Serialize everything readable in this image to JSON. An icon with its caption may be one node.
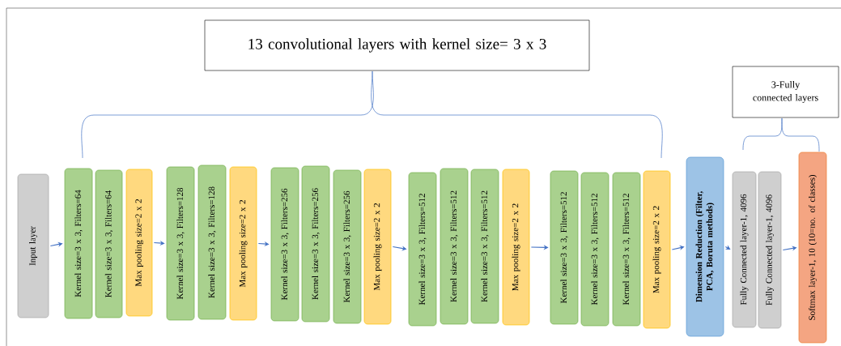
{
  "diagram": {
    "nodes": [
      {
        "text": [
          "13 convolutional layers with kernel size= 3 x 3"
        ]
      },
      {
        "text": [
          "3-Fully connected layers"
        ]
      },
      {
        "text": [
          "Input layer"
        ]
      },
      {
        "text": [
          "Kernel size=3 x 3, Filters=64"
        ]
      },
      {
        "text": [
          "Kernel size=3 x 3, Filters=64"
        ]
      },
      {
        "text": [
          "Max pooling size=2 x 2"
        ]
      },
      {
        "text": [
          "Kernel size=3 x 3, Filters=128"
        ]
      },
      {
        "text": [
          "Kernel size=3 x 3, Filters=128"
        ]
      },
      {
        "text": [
          "Max pooling size=2 x 2"
        ]
      },
      {
        "text": [
          "Kernel size=3 x 3, Filters=256"
        ]
      },
      {
        "text": [
          "Kernel size=3 x 3, Filters=256"
        ]
      },
      {
        "text": [
          "Kernel size=3 x 3, Filters=256"
        ]
      },
      {
        "text": [
          "Max pooling size=2 x 2"
        ]
      },
      {
        "text": [
          "Kernel size=3 x 3, Filters=512"
        ]
      },
      {
        "text": [
          "Kernel size=3 x 3, Filters=512"
        ]
      },
      {
        "text": [
          "Kernel size=3 x 3, Filters=512"
        ]
      },
      {
        "text": [
          "Max pooling size=2 x 2"
        ]
      },
      {
        "text": [
          "Kernel size=3 x 3, Filters=512"
        ]
      },
      {
        "text": [
          "Kernel size=3 x 3, Filters=512"
        ]
      },
      {
        "text": [
          "Kernel size=3 x 3, Filters=512"
        ]
      },
      {
        "text": [
          "Max pooling size=2 x 2"
        ]
      },
      {
        "text": [
          "Dimension Reduction (Filter, PCA, Boruta methods)"
        ]
      },
      {
        "text": [
          "Fully Connected layer-1, 4096"
        ]
      },
      {
        "text": [
          "Fully Connected layer-1, 4096"
        ]
      },
      {
        "text": [
          "Softmax layer-1, 10 (10=no. of classes)"
        ]
      }
    ],
    "edges": [
      {
        "from": 2,
        "to": 3,
        "arrow": "to"
      },
      {
        "from": 5,
        "to": 6,
        "arrow": "to"
      },
      {
        "from": 8,
        "to": 9,
        "arrow": "to"
      },
      {
        "from": 12,
        "to": 13,
        "arrow": "to"
      },
      {
        "from": 16,
        "to": 17,
        "arrow": "to"
      },
      {
        "from": 20,
        "to": 21,
        "arrow": "to"
      },
      {
        "from": 21,
        "to": 22,
        "arrow": "to"
      },
      {
        "from": 23,
        "to": 24,
        "arrow": "to"
      }
    ]
  }
}
